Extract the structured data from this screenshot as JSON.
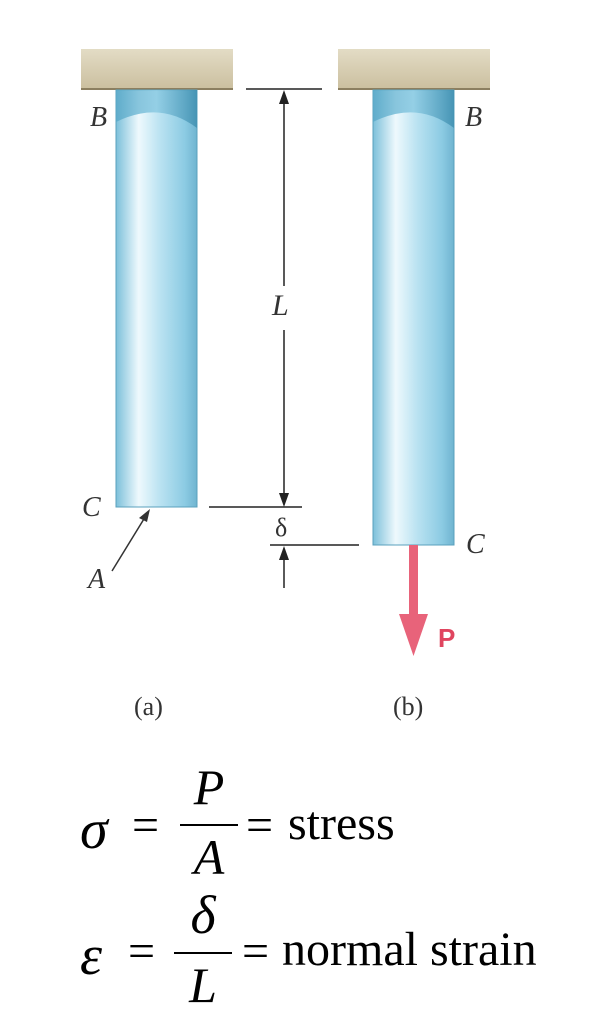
{
  "labels": {
    "support_left": "B",
    "support_right": "B",
    "end_left": "C",
    "end_right": "C",
    "area": "A",
    "length": "L",
    "elongation": "δ",
    "load": "P",
    "caption_a": "(a)",
    "caption_b": "(b)"
  },
  "equations": {
    "stress": {
      "lhs": "σ",
      "eq1": "=",
      "num": "P",
      "den": "A",
      "eq2": "=",
      "rhs": "stress"
    },
    "strain": {
      "lhs": "ε",
      "eq1": "=",
      "num": "δ",
      "den": "L",
      "eq2": "=",
      "rhs": "normal strain"
    }
  },
  "colors": {
    "support": "#d8cfb6",
    "bar": "#9fd3e8",
    "load_arrow": "#e8637a"
  }
}
